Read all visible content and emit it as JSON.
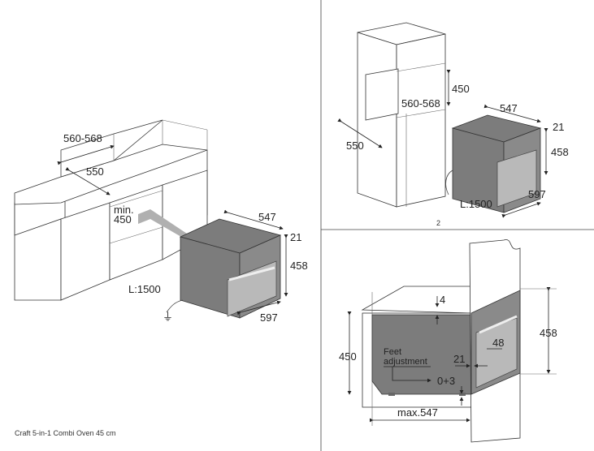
{
  "caption": "Craft 5-in-1 Combi Oven 45 cm",
  "panel_number": "2",
  "colors": {
    "oven_body": "#7c7c7c",
    "door_glass": "#b9b9b9",
    "arrow": "#b0b0b0",
    "lines": "#333333"
  },
  "left_panel": {
    "niche_width": "560-568",
    "depth": "550",
    "min_height_label": "min.",
    "min_height_value": "450",
    "oven_depth": "547",
    "front_thickness": "21",
    "oven_height": "458",
    "cable_length": "L:1500",
    "oven_width": "597"
  },
  "top_right_panel": {
    "niche_height": "450",
    "niche_width": "560-568",
    "depth": "550",
    "oven_depth": "547",
    "front_thickness": "21",
    "oven_height": "458",
    "oven_width": "597",
    "cable_length": "L:1500"
  },
  "bottom_right_panel": {
    "top_gap": "4",
    "niche_height": "450",
    "oven_height": "458",
    "handle_offset": "48",
    "feet_label_line1": "Feet",
    "feet_label_line2": "adjustment",
    "front_thickness": "21",
    "feet_range": "0+3",
    "max_depth": "max.547"
  }
}
